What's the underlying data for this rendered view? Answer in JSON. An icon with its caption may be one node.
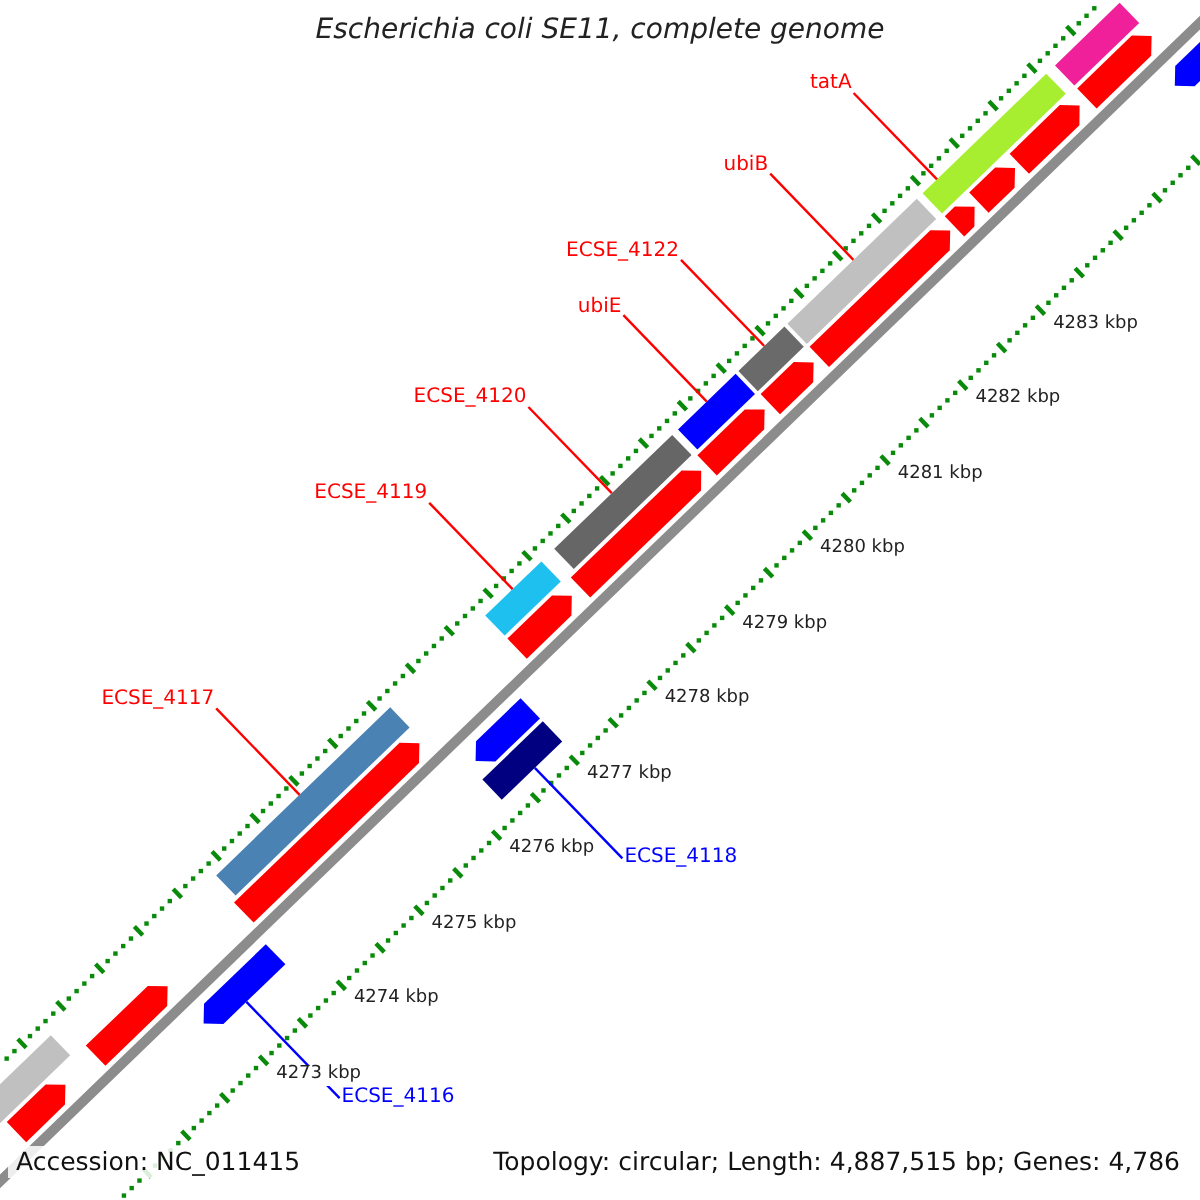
{
  "diagram": {
    "title": "Escherichia coli SE11, complete genome",
    "nodes": [
      {
        "text": [
          "tatA"
        ]
      },
      {
        "text": [
          "ubiB"
        ]
      },
      {
        "text": [
          "ECSE_4122"
        ]
      },
      {
        "text": [
          "ubiE"
        ]
      },
      {
        "text": [
          "ECSE_4120"
        ]
      },
      {
        "text": [
          "ECSE_4119"
        ]
      },
      {
        "text": [
          "ECSE_4117"
        ]
      },
      {
        "text": [
          "ECSE_4118"
        ]
      },
      {
        "text": [
          "ECSE_4116"
        ]
      },
      {
        "text": [],
        "shape": "bar"
      },
      {
        "text": [],
        "shape": "bar"
      },
      {
        "text": [],
        "shape": "bar"
      },
      {
        "text": [],
        "shape": "bar"
      },
      {
        "text": [],
        "shape": "bar"
      },
      {
        "text": [],
        "shape": "bar"
      },
      {
        "text": [],
        "shape": "bar"
      },
      {
        "text": [],
        "shape": "bar"
      },
      {
        "text": [],
        "shape": "bar"
      },
      {
        "text": [],
        "shape": "bar"
      },
      {
        "text": [],
        "shape": "bar"
      },
      {
        "text": [],
        "shape": "bar"
      },
      {
        "text": [],
        "shape": "bar"
      },
      {
        "text": [],
        "shape": "bar"
      },
      {
        "text": [],
        "shape": "bar"
      },
      {
        "text": [],
        "shape": "bar"
      },
      {
        "text": [],
        "shape": "bar"
      },
      {
        "text": [],
        "shape": "bar"
      },
      {
        "text": [],
        "shape": "bar"
      },
      {
        "text": [],
        "shape": "bar"
      },
      {
        "text": [],
        "shape": "bar"
      },
      {
        "text": [],
        "shape": "bar"
      },
      {
        "text": [],
        "shape": "bar"
      },
      {
        "text": [],
        "shape": "bar"
      },
      {
        "text": [],
        "shape": "bar"
      }
    ],
    "edges": [
      {
        "from": 0,
        "to": 28,
        "arrow": "none"
      },
      {
        "from": 1,
        "to": 26,
        "arrow": "none"
      },
      {
        "from": 2,
        "to": 24,
        "arrow": "none"
      },
      {
        "from": 3,
        "to": 22,
        "arrow": "none"
      },
      {
        "from": 4,
        "to": 20,
        "arrow": "none"
      },
      {
        "from": 5,
        "to": 17,
        "arrow": "none"
      },
      {
        "from": 6,
        "to": 14,
        "arrow": "none"
      },
      {
        "from": 7,
        "to": 15,
        "arrow": "none",
        "color": "#0000ff"
      },
      {
        "from": 8,
        "to": 12,
        "arrow": "none",
        "color": "#0000ff"
      }
    ],
    "labels": [
      "4283 kbp",
      "4282 kbp",
      "4281 kbp",
      "4280 kbp",
      "4279 kbp",
      "4278 kbp",
      "4277 kbp",
      "4276 kbp",
      "4275 kbp",
      "4274 kbp",
      "4273 kbp",
      "Accession: NC_011415",
      "Topology: circular; Length: 4,887,515 bp; Genes: 4,786"
    ]
  }
}
